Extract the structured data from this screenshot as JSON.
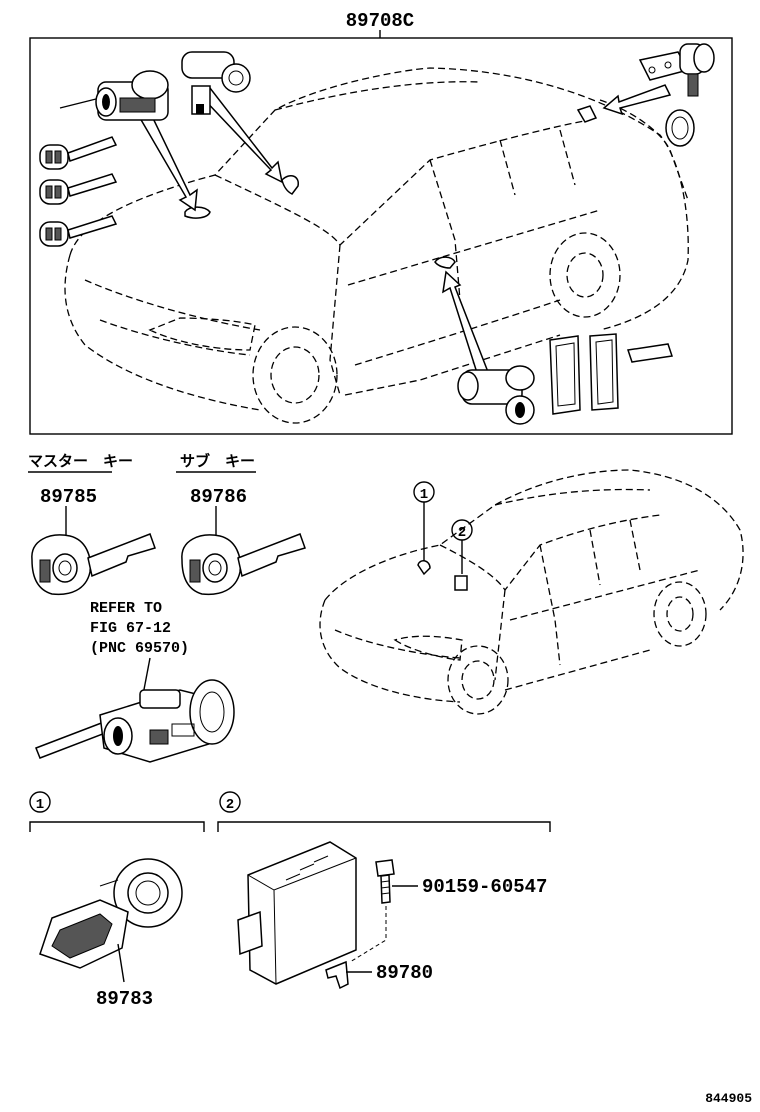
{
  "diagram": {
    "kit_part_no": "89708C",
    "master_key_label": "マスター　キー",
    "sub_key_label": "サブ　キー",
    "master_key_part_no": "89785",
    "sub_key_part_no": "89786",
    "refer_line1": "REFER TO",
    "refer_line2": "FIG 67-12",
    "refer_line3": "(PNC 69570)",
    "callout_1": "1",
    "callout_2": "2",
    "section1_part_no": "89783",
    "bolt_part_no": "90159-60547",
    "ecu_part_no": "89780",
    "figure_id": "844905"
  }
}
